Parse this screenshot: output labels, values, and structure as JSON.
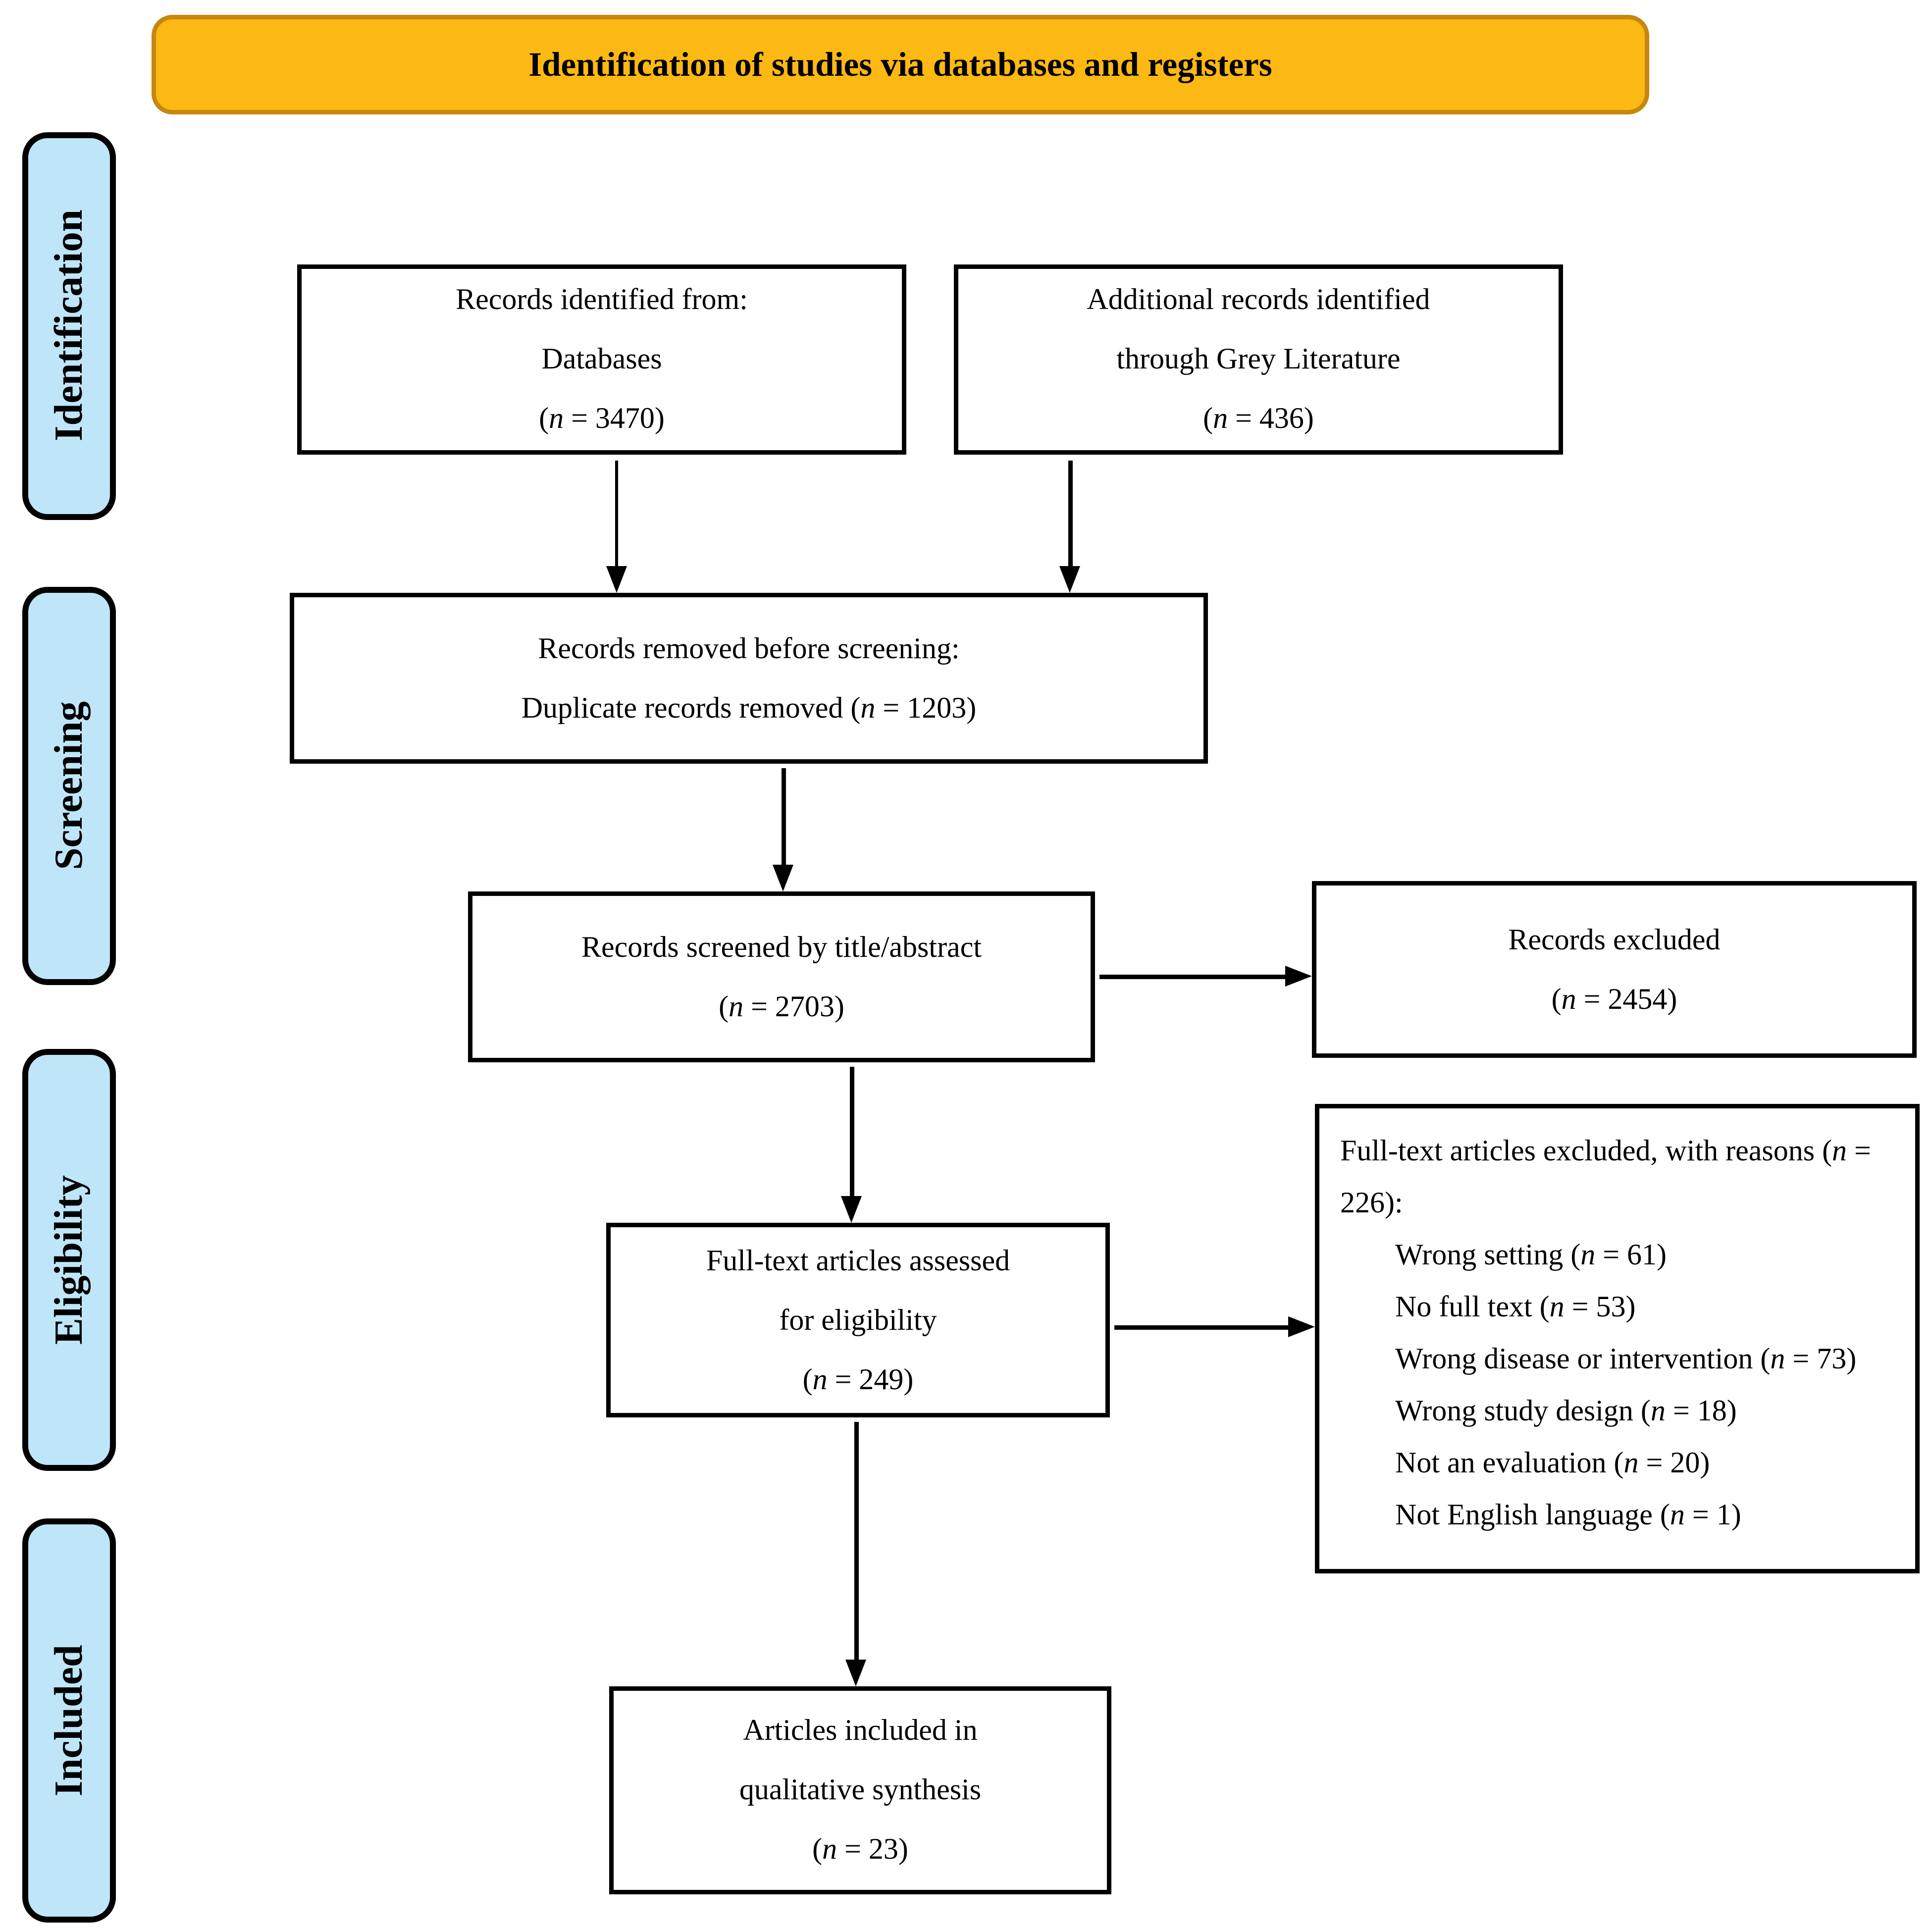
{
  "banner": {
    "title": "Identification of studies via databases and registers"
  },
  "colors": {
    "banner_fill": "#FCB813",
    "banner_border": "#C6870E",
    "stage_fill": "#BEE5F8",
    "line_color": "#000000"
  },
  "stages": [
    {
      "label": "Identification"
    },
    {
      "label": "Screening"
    },
    {
      "label": "Eligibility"
    },
    {
      "label": "Included"
    }
  ],
  "boxes": {
    "records_identified": {
      "lines": [
        "Records identified from:",
        "Databases",
        "(n = 3470)"
      ]
    },
    "additional_records": {
      "lines": [
        "Additional records identified",
        "through Grey Literature",
        "(n = 436)"
      ]
    },
    "records_removed": {
      "lines": [
        "Records removed before screening:",
        "Duplicate records removed (n = 1203)"
      ]
    },
    "records_screened": {
      "lines": [
        "Records screened by title/abstract",
        "(n = 2703)"
      ]
    },
    "records_excluded": {
      "lines": [
        "Records excluded",
        "(n = 2454)"
      ]
    },
    "fulltext_assessed": {
      "lines": [
        "Full-text articles assessed",
        "for eligibility",
        "(n = 249)"
      ]
    },
    "fulltext_excluded": {
      "header": "Full-text articles excluded, with reasons (n = 226):",
      "reasons": [
        "Wrong setting (n = 61)",
        "No full text (n = 53)",
        "Wrong disease or intervention (n = 73)",
        "Wrong study design (n = 18)",
        "Not an evaluation (n = 20)",
        "Not English language (n = 1)"
      ]
    },
    "articles_included": {
      "lines": [
        "Articles included in",
        "qualitative synthesis",
        "(n = 23)"
      ]
    }
  }
}
